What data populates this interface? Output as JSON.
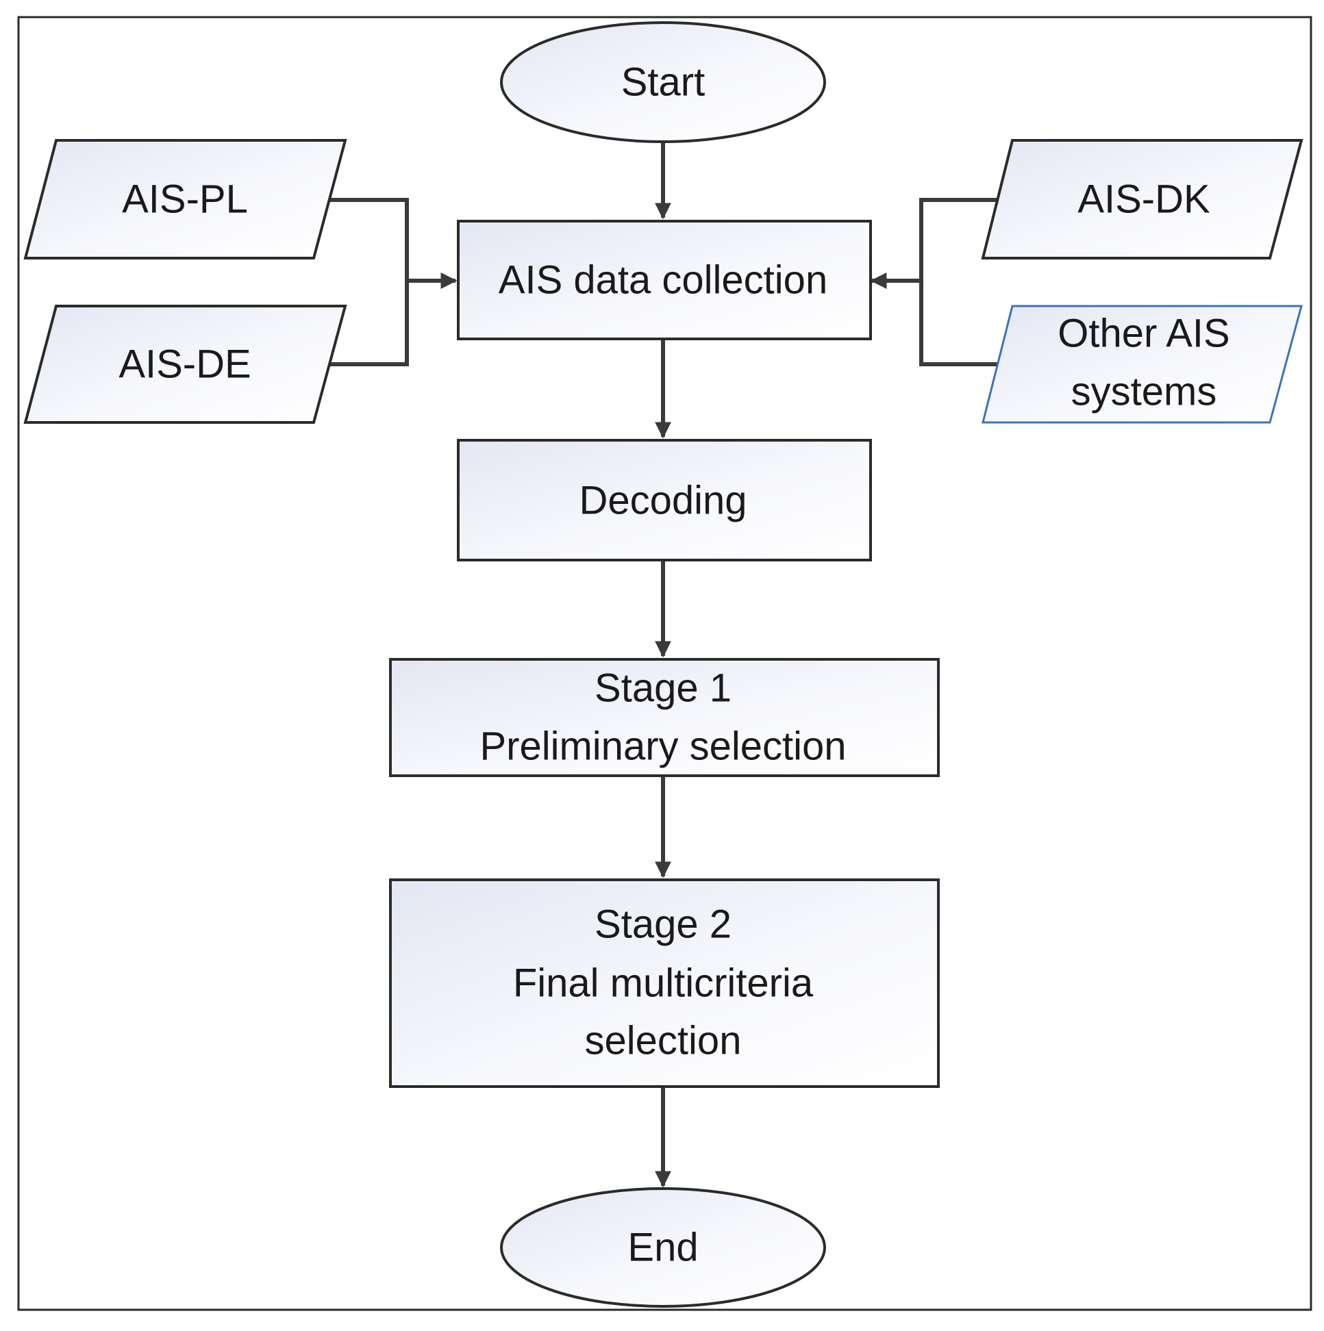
{
  "nodes": {
    "start": "Start",
    "end": "End",
    "ais_pl": "AIS-PL",
    "ais_de": "AIS-DE",
    "ais_dk": "AIS-DK",
    "other_ais": [
      "Other AIS",
      "systems"
    ],
    "collection": "AIS data collection",
    "decoding": "Decoding",
    "stage1": [
      "Stage 1",
      "Preliminary selection"
    ],
    "stage2": [
      "Stage 2",
      "Final multicriteria",
      "selection"
    ]
  },
  "colors": {
    "box_stroke": "#2b2b2b",
    "box_fill_light": "#ffffff",
    "box_fill_tint": "#e3e7f3",
    "highlight_stroke": "#3b73b9",
    "connector": "#3a3a3a"
  }
}
